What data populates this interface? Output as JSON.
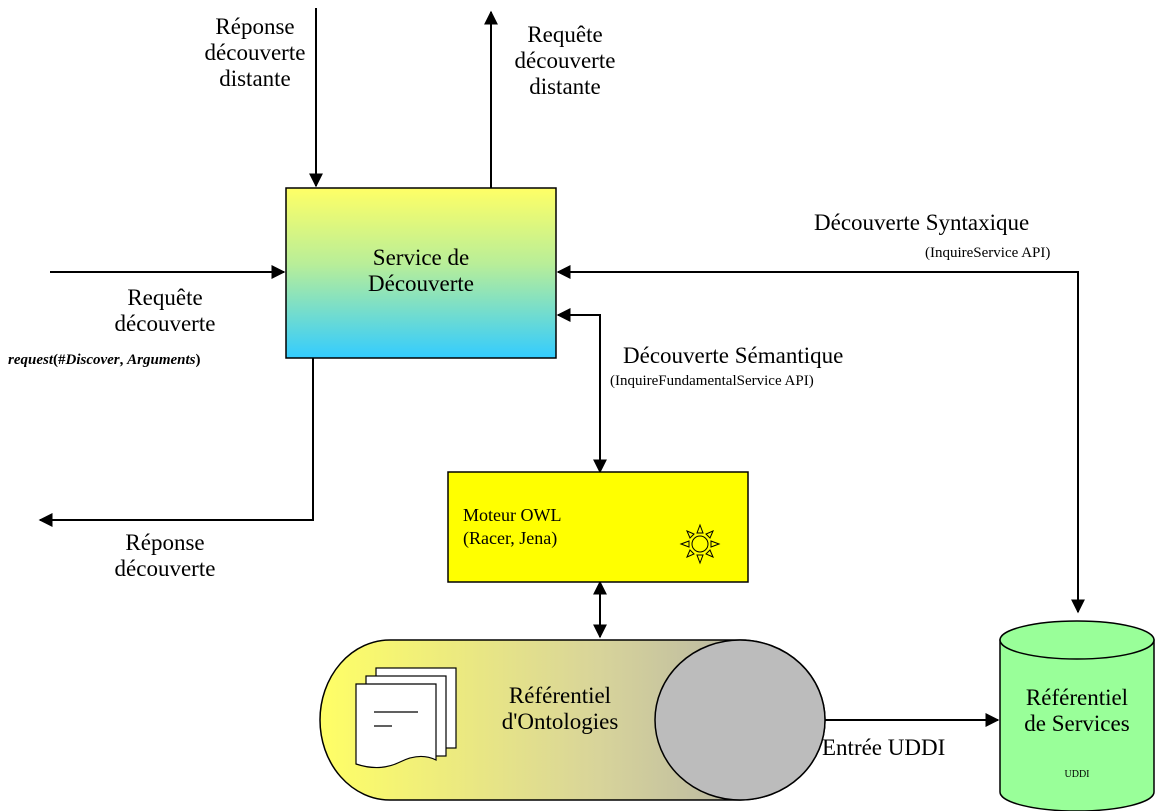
{
  "labels": {
    "remote_response": [
      "Réponse",
      "découverte",
      "distante"
    ],
    "remote_request": [
      "Requête",
      "découverte",
      "distante"
    ],
    "discovery_service": [
      "Service de",
      "Découverte"
    ],
    "discovery_request": [
      "Requête",
      "découverte"
    ],
    "request_call": {
      "prefix": "request",
      "open": "(#",
      "arg1": "Discover",
      "sep": ", ",
      "arg2": "Arguments",
      "close": ")"
    },
    "discovery_response": [
      "Réponse",
      "découverte"
    ],
    "syntactic_title": "Découverte Syntaxique",
    "syntactic_api": "(InquireService API)",
    "semantic_title": "Découverte Sémantique",
    "semantic_api": "(InquireFundamentalService API)",
    "owl_engine": [
      "Moteur OWL",
      "(Racer, Jena)"
    ],
    "ontology_repo": [
      "Référentiel",
      "d'Ontologies"
    ],
    "uddi_entry": "Entrée UDDI",
    "service_repo": [
      "Référentiel",
      "de Services"
    ],
    "service_repo_sub": "UDDI"
  },
  "icons": {
    "engine": "sun-icon",
    "documents": "document-stack-icon"
  },
  "colors": {
    "service_box_top": "#ffff66",
    "service_box_bottom": "#33ccff",
    "engine_box": "#ffff00",
    "ontology_fill_light": "#ffff66",
    "ontology_fill_dark": "#999999",
    "service_repo": "#99ff99"
  }
}
